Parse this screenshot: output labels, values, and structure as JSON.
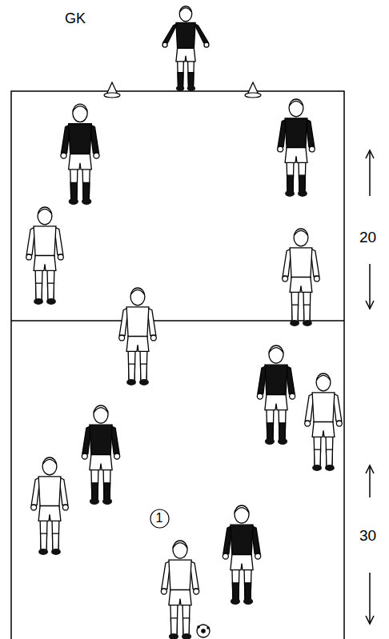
{
  "diagram": {
    "nodes": [
      {
        "text": [
          "1"
        ]
      }
    ],
    "labels": [
      "GK",
      "20",
      "30"
    ]
  }
}
